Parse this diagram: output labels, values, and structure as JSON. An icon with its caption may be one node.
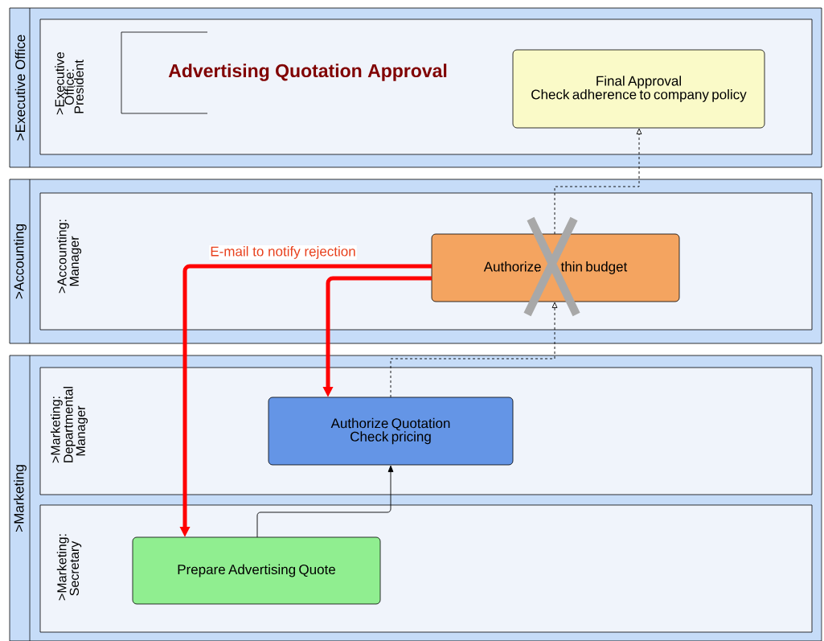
{
  "diagram": {
    "title": "Advertising Quotation Approval",
    "nodes": [
      {
        "text": [
          ">Executive Office"
        ]
      },
      {
        "text": [
          ">Executive Office: President"
        ],
        "in": 0
      },
      {
        "text": [
          ">Accounting"
        ]
      },
      {
        "text": [
          ">Accounting: Manager"
        ],
        "in": 2
      },
      {
        "text": [
          ">Marketing"
        ]
      },
      {
        "text": [
          ">Marketing: Departmental Manager"
        ],
        "in": 4
      },
      {
        "text": [
          ">Marketing: Secretary"
        ],
        "in": 4
      },
      {
        "text": [
          "Final Approval",
          "Check adherence to company policy"
        ],
        "in": 1
      },
      {
        "text": [
          "Authorize",
          "thin budget"
        ],
        "in": 3
      },
      {
        "text": [
          "Authorize Quotation",
          "Check pricing"
        ],
        "in": 5
      },
      {
        "text": [
          "Prepare Advertising Quote"
        ],
        "in": 6
      }
    ],
    "edges": [
      {
        "from": 10,
        "to": 9,
        "arrow": "to"
      },
      {
        "from": 9,
        "to": 8,
        "arrow": "to",
        "style": "dashed"
      },
      {
        "from": 8,
        "to": 7,
        "arrow": "to",
        "style": "dashed"
      },
      {
        "from": 8,
        "to": 10,
        "arrow": "to",
        "style": "thick",
        "color": "#ff0000",
        "label": "E-mail to notify rejection"
      },
      {
        "from": 8,
        "to": 9,
        "arrow": "to",
        "style": "thick",
        "color": "#ff0000"
      }
    ]
  }
}
